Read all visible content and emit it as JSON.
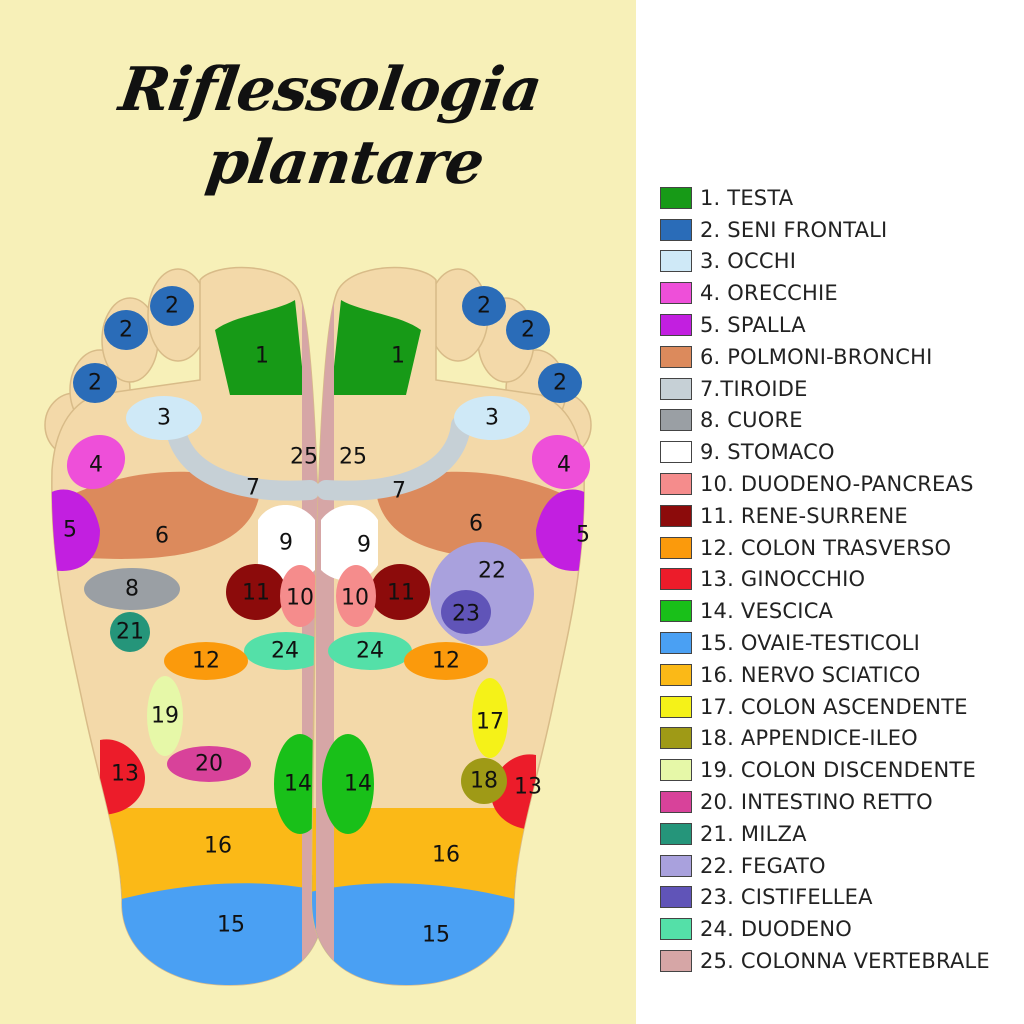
{
  "title": {
    "line1": "Riflessologia",
    "line2": "plantare"
  },
  "zones": {
    "1": {
      "color": "#179a17"
    },
    "2": {
      "color": "#2a6cb8"
    },
    "3": {
      "color": "#cfe9f7"
    },
    "4": {
      "color": "#ee4fd9"
    },
    "5": {
      "color": "#c21fe0"
    },
    "6": {
      "color": "#dc8a5c"
    },
    "7": {
      "color": "#c6d0d6"
    },
    "8": {
      "color": "#9a9fa4"
    },
    "9": {
      "color": "#ffffff"
    },
    "10": {
      "color": "#f58c8c"
    },
    "11": {
      "color": "#8c0b0b"
    },
    "12": {
      "color": "#fb9a0c"
    },
    "13": {
      "color": "#ec1c2a"
    },
    "14": {
      "color": "#19c019"
    },
    "15": {
      "color": "#4aa0f3"
    },
    "16": {
      "color": "#fbb917"
    },
    "17": {
      "color": "#f5f218"
    },
    "18": {
      "color": "#9f9a16"
    },
    "19": {
      "color": "#e6f8a8"
    },
    "20": {
      "color": "#d8429a"
    },
    "21": {
      "color": "#25957a"
    },
    "22": {
      "color": "#a9a1dd"
    },
    "23": {
      "color": "#6054b8"
    },
    "24": {
      "color": "#54e0a8"
    },
    "25": {
      "color": "#d6a6a6"
    }
  },
  "legend": [
    {
      "label": "1. TESTA",
      "color": "#179a17"
    },
    {
      "label": "2. SENI FRONTALI",
      "color": "#2a6cb8"
    },
    {
      "label": "3. OCCHI",
      "color": "#cfe9f7"
    },
    {
      "label": "4. ORECCHIE",
      "color": "#ee4fd9"
    },
    {
      "label": "5. SPALLA",
      "color": "#c21fe0"
    },
    {
      "label": "6. POLMONI-BRONCHI",
      "color": "#dc8a5c"
    },
    {
      "label": "7.TIROIDE",
      "color": "#c6d0d6"
    },
    {
      "label": "8. CUORE",
      "color": "#9a9fa4"
    },
    {
      "label": "9. STOMACO",
      "color": "#ffffff"
    },
    {
      "label": "10. DUODENO-PANCREAS",
      "color": "#f58c8c"
    },
    {
      "label": "11. RENE-SURRENE",
      "color": "#8c0b0b"
    },
    {
      "label": "12. COLON TRASVERSO",
      "color": "#fb9a0c"
    },
    {
      "label": "13. GINOCCHIO",
      "color": "#ec1c2a"
    },
    {
      "label": "14. VESCICA",
      "color": "#19c019"
    },
    {
      "label": "15. OVAIE-TESTICOLI",
      "color": "#4aa0f3"
    },
    {
      "label": "16. NERVO SCIATICO",
      "color": "#fbb917"
    },
    {
      "label": "17. COLON ASCENDENTE",
      "color": "#f5f218"
    },
    {
      "label": "18. APPENDICE-ILEO",
      "color": "#9f9a16"
    },
    {
      "label": "19. COLON DISCENDENTE",
      "color": "#e6f8a8"
    },
    {
      "label": "20. INTESTINO RETTO",
      "color": "#d8429a"
    },
    {
      "label": "21. MILZA",
      "color": "#25957a"
    },
    {
      "label": "22. FEGATO",
      "color": "#a9a1dd"
    },
    {
      "label": "23. CISTIFELLEA",
      "color": "#6054b8"
    },
    {
      "label": "24. DUODENO",
      "color": "#54e0a8"
    },
    {
      "label": "25. COLONNA VERTEBRALE",
      "color": "#d6a6a6"
    }
  ]
}
